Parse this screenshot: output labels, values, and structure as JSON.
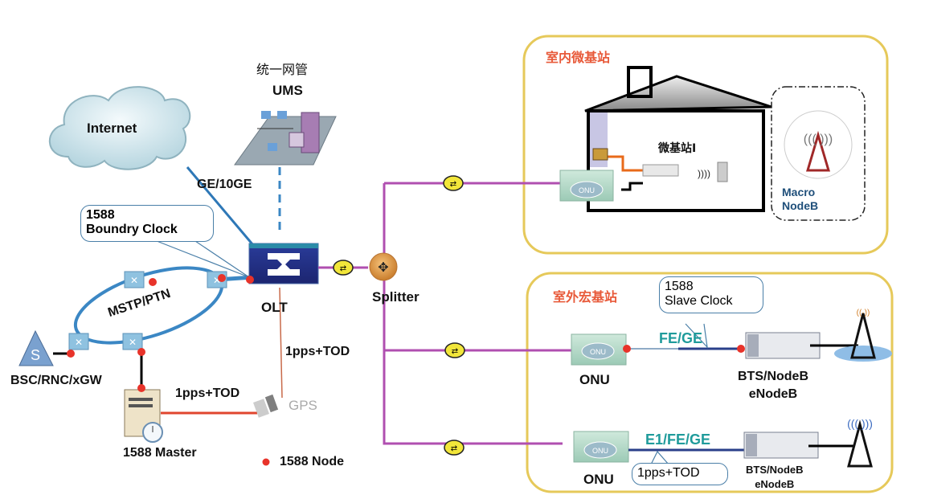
{
  "diagram": {
    "internet": {
      "label": "Internet"
    },
    "ums": {
      "label_cn": "统一网管",
      "label": "UMS"
    },
    "uplink": {
      "label": "GE/10GE"
    },
    "boundary_clock": {
      "line1": "1588",
      "line2": "Boundry Clock"
    },
    "ring": {
      "label": "MSTP/PTN"
    },
    "olt": {
      "label": "OLT"
    },
    "splitter": {
      "label": "Splitter"
    },
    "bsc": {
      "label": "BSC/RNC/xGW"
    },
    "master": {
      "label": "1588 Master"
    },
    "gps": {
      "label": "GPS"
    },
    "master_link": {
      "label": "1pps+TOD"
    },
    "olt_gps_link": {
      "label": "1pps+TOD"
    },
    "legend": {
      "label": "1588 Node",
      "color": "#e8332a"
    },
    "indoor": {
      "title": "室内微基站",
      "small_cell": "微基站I",
      "onu": "ONU",
      "macro": {
        "line1": "Macro",
        "line2": "NodeB"
      }
    },
    "outdoor": {
      "title": "室外宏基站",
      "slave_clock": {
        "line1": "1588",
        "line2": "Slave Clock"
      },
      "row1": {
        "onu": "ONU",
        "link": "FE/GE",
        "bts_line1": "BTS/NodeB",
        "bts_line2": "eNodeB"
      },
      "row2": {
        "onu": "ONU",
        "link": "E1/FE/GE",
        "callout": "1pps+TOD",
        "bts_line1": "BTS/NodeB",
        "bts_line2": "eNodeB"
      }
    },
    "colors": {
      "fiber": "#b04fb0",
      "ring": "#3b87c4",
      "region_border": "#e6c95a",
      "region_title": "#e85a3a",
      "link_text": "#1f9b9b",
      "sync_line": "#e0452e"
    }
  }
}
